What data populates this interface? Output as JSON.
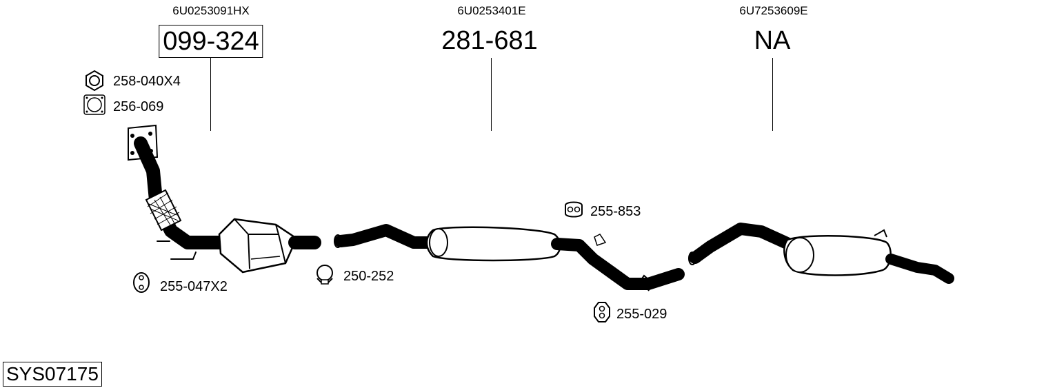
{
  "sections": [
    {
      "oem": "6U0253091HX",
      "part": "099-324",
      "boxed": true
    },
    {
      "oem": "6U0253401E",
      "part": "281-681",
      "boxed": false
    },
    {
      "oem": "6U7253609E",
      "part": "NA",
      "boxed": false
    }
  ],
  "accessories": [
    {
      "label": "258-040X4",
      "icon": "hex-nut-icon"
    },
    {
      "label": "256-069",
      "icon": "gasket-icon"
    },
    {
      "label": "255-047X2",
      "icon": "rubber-hanger-icon"
    },
    {
      "label": "250-252",
      "icon": "clamp-icon"
    },
    {
      "label": "255-853",
      "icon": "rubber-mount-icon"
    },
    {
      "label": "255-029",
      "icon": "rubber-mount-icon"
    }
  ],
  "system_code": "SYS07175"
}
